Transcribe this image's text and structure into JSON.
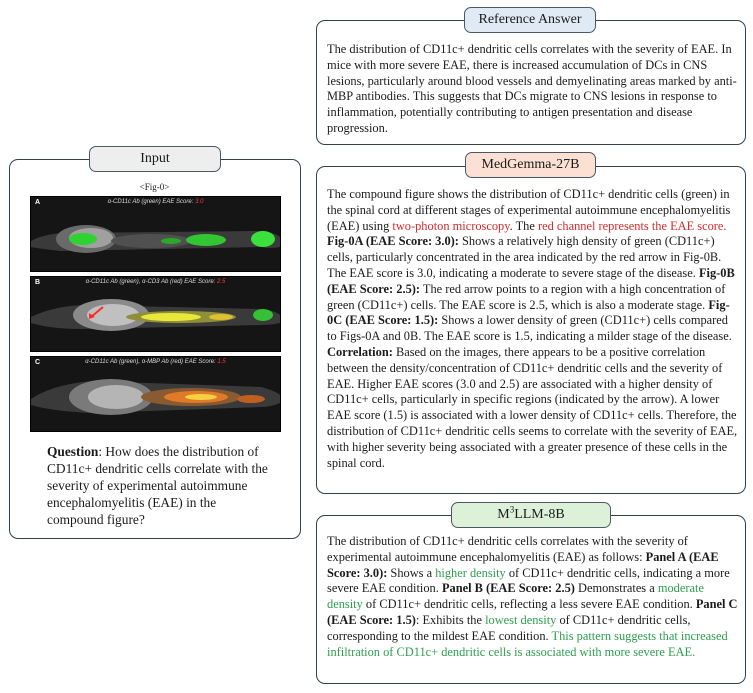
{
  "input": {
    "title": "Input",
    "figure_label": "<Fig-0>",
    "panels": [
      {
        "letter": "A",
        "caption_main": "α-CD11c Ab (green) EAE Score: ",
        "caption_score": "3.0"
      },
      {
        "letter": "B",
        "caption_main": "α-CD11c Ab (green), α-CD3 Ab (red) EAE Score: ",
        "caption_score": "2.5"
      },
      {
        "letter": "C",
        "caption_main": "α-CD11c Ab (green), α-MBP Ab (red) EAE Score: ",
        "caption_score": "1.5"
      }
    ],
    "question_label": "Question",
    "question_text": ": How does the distribution of CD11c+ dendritic cells correlate with the severity of experimental autoimmune encephalomyelitis (EAE) in the compound figure?"
  },
  "reference": {
    "title": "Reference Answer",
    "text": "The distribution of CD11c+ dendritic cells correlates with the severity of EAE. In mice with more severe EAE, there is increased accumulation of DCs in CNS lesions, particularly around blood vessels and demyelinating areas marked by anti-MBP antibodies. This suggests that DCs migrate to CNS lesions in response to inflammation, potentially contributing to antigen presentation and disease progression."
  },
  "medgemma": {
    "title": "MedGemma-27B",
    "s1": "The compound figure shows the distribution of CD11c+ dendritic cells (green) in the spinal cord at different stages of experimental autoimmune encephalomyelitis (EAE) using ",
    "s2": "two-photon microscopy",
    "s3": ". The ",
    "s4": "red channel represents the EAE score.",
    "s5": " ",
    "s6": "Fig-0A (EAE Score: 3.0):",
    "s7": " Shows a relatively high density of green (CD11c+) cells, particularly concentrated in the area indicated by the red arrow in Fig-0B. The EAE score is 3.0, indicating a moderate to severe stage of the disease. ",
    "s8": "Fig-0B (EAE Score: 2.5):",
    "s9": " The red arrow points to a region with a high concentration of green (CD11c+) cells. The EAE score is 2.5, which is also a moderate stage. ",
    "s10": "Fig-0C (EAE Score: 1.5):",
    "s11": " Shows a lower density of green (CD11c+) cells compared to Figs-0A and 0B. The EAE score is 1.5, indicating a milder stage of the disease. ",
    "s12": "Correlation:",
    "s13": " Based on the images, there appears to be a positive correlation between the density/concentration of CD11c+ dendritic cells and the severity of EAE. Higher EAE scores (3.0 and 2.5) are associated with a higher density of CD11c+ cells, particularly in specific regions (indicated by the arrow). A lower EAE score (1.5) is associated with a lower density of CD11c+ cells. Therefore, the distribution of CD11c+ dendritic cells seems to correlate with the severity of EAE, with higher severity being associated with a greater presence of these cells in the spinal cord."
  },
  "m3llm": {
    "title_prefix": "M",
    "title_sup": "3",
    "title_suffix": "LLM-8B",
    "s1": "The distribution of CD11c+ dendritic cells correlates with the severity of experimental autoimmune encephalomyelitis (EAE) as follows: ",
    "s2": "Panel A (EAE Score: 3.0):",
    "s3": " Shows a ",
    "s4": "higher density",
    "s5": " of CD11c+ dendritic cells, indicating a more severe EAE condition. ",
    "s6": "Panel B (EAE Score: 2.5)",
    "s7": " Demonstrates a ",
    "s8": "moderate density",
    "s9": " of CD11c+ dendritic cells, reflecting a less severe EAE condition. ",
    "s10": "Panel C (EAE Score: 1.5)",
    "s11": ": Exhibits the ",
    "s12": "lowest density",
    "s13": " of CD11c+ dendritic cells, corresponding to the mildest EAE condition. ",
    "s14": "This pattern suggests that increased infiltration of CD11c+ dendritic cells is associated with more severe EAE."
  },
  "colors": {
    "reference_tag_bg": "#dfeaf5",
    "medgemma_tag_bg": "#fbe0d3",
    "m3llm_tag_bg": "#ddf1d8",
    "input_tag_bg": "#eeeeee",
    "highlight_red": "#d72b2b",
    "highlight_green": "#2e9e4f"
  }
}
